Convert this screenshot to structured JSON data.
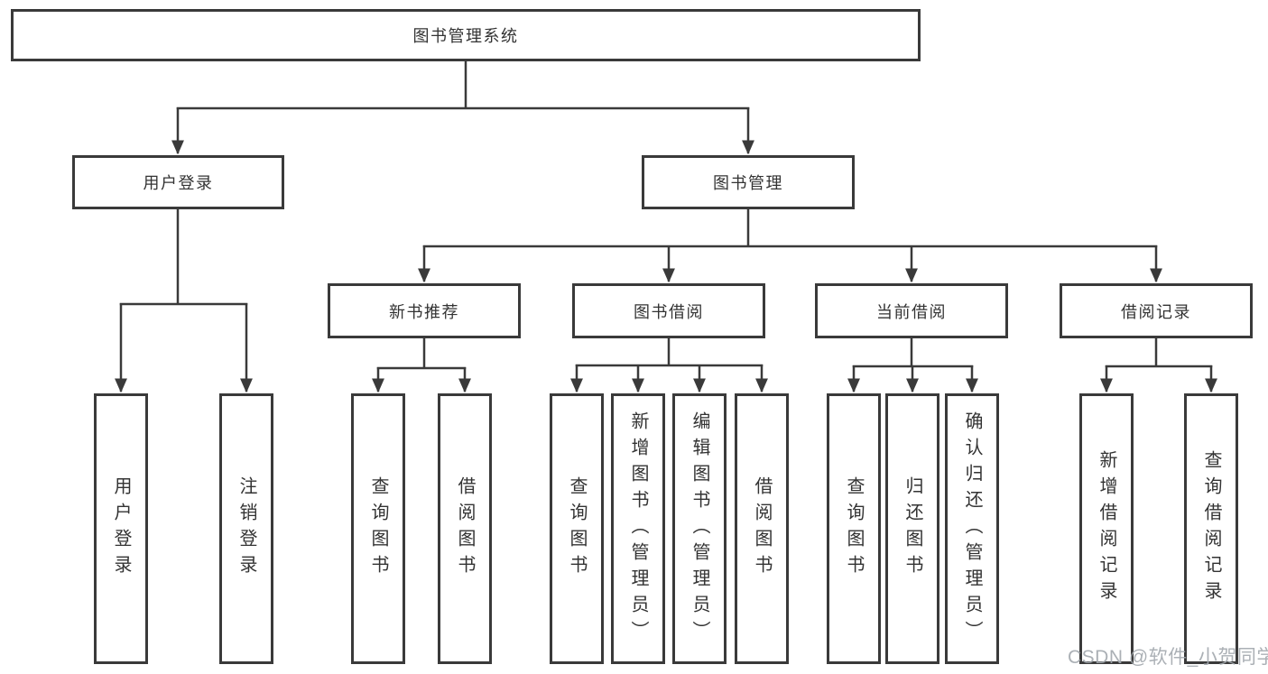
{
  "colors": {
    "line": "#3a3a3a",
    "text": "#333333",
    "bg": "#ffffff",
    "watermark": "#a2a8ae"
  },
  "diagram": {
    "root": "图书管理系统",
    "branches": [
      {
        "label": "用户登录",
        "leaves": [
          "用户登录",
          "注销登录"
        ]
      },
      {
        "label": "图书管理",
        "groups": [
          {
            "label": "新书推荐",
            "leaves": [
              "查询图书",
              "借阅图书"
            ]
          },
          {
            "label": "图书借阅",
            "leaves": [
              "查询图书",
              "新增图书（管理员）",
              "编辑图书（管理员）",
              "借阅图书"
            ]
          },
          {
            "label": "当前借阅",
            "leaves": [
              "查询图书",
              "归还图书",
              "确认归还（管理员）"
            ]
          },
          {
            "label": "借阅记录",
            "leaves": [
              "新增借阅记录",
              "查询借阅记录"
            ]
          }
        ]
      }
    ]
  },
  "watermark": "CSDN @软件_小贺同学"
}
